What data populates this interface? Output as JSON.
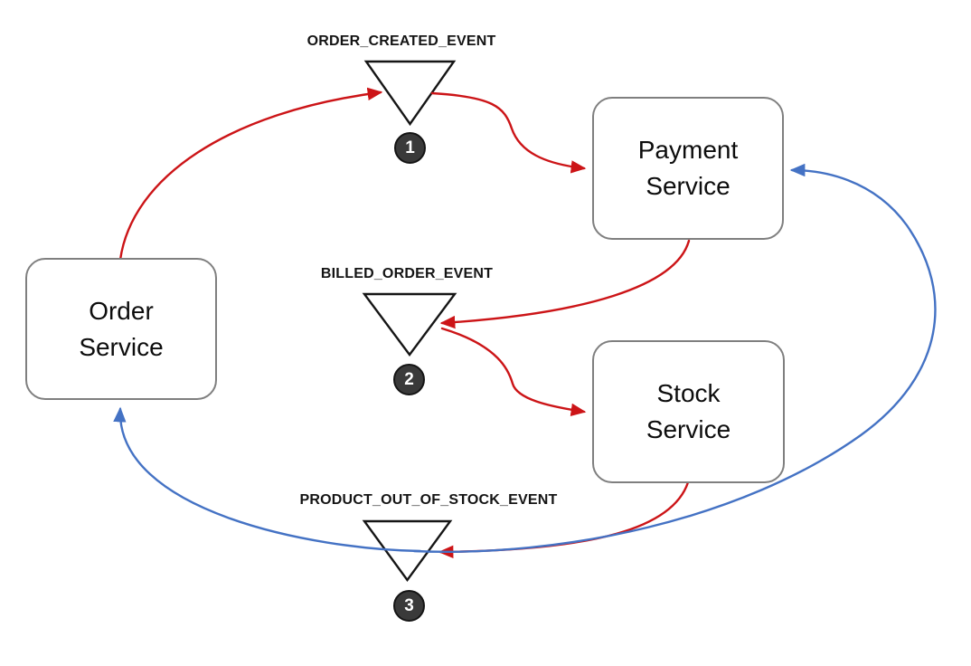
{
  "diagram": {
    "background": "#ffffff",
    "services": [
      {
        "label": "Order Service"
      },
      {
        "label": "Payment Service"
      },
      {
        "label": "Stock Service"
      }
    ],
    "events": [
      {
        "label": "ORDER_CREATED_EVENT",
        "step": "1"
      },
      {
        "label": "BILLED_ORDER_EVENT",
        "step": "2"
      },
      {
        "label": "PRODUCT_OUT_OF_STOCK_EVENT",
        "step": "3"
      }
    ],
    "colors": {
      "forward_flow_arrow": "#CC1417",
      "return_flow_arrow": "#4472C4",
      "service_box_border": "#7F7F7F",
      "event_triangle_stroke": "#151515",
      "step_badge_fill": "#3A3A3A",
      "step_badge_text": "#FFFFFF",
      "label_text": "#141414"
    }
  }
}
